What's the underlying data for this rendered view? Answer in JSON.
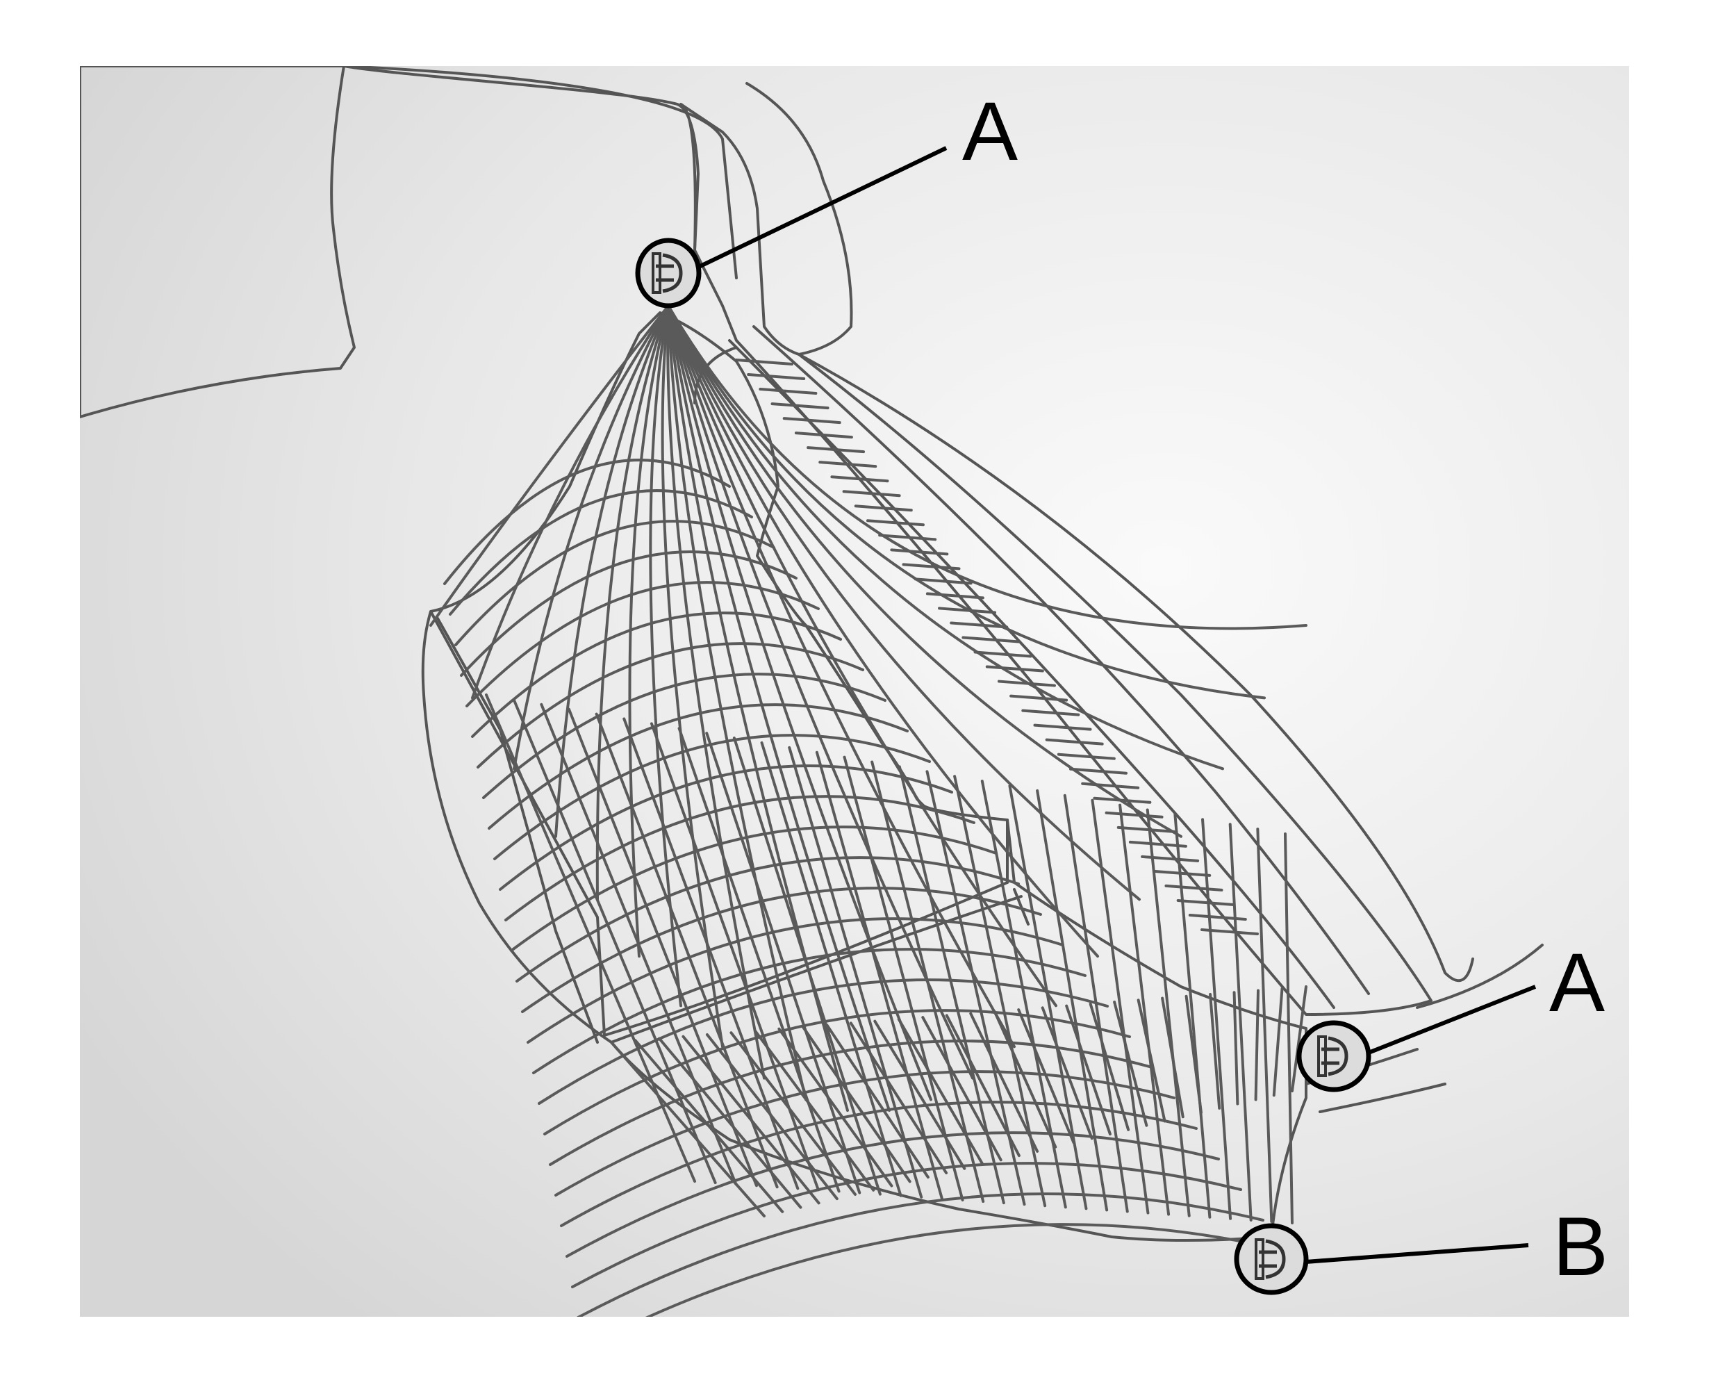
{
  "figure": {
    "description_labels": [
      {
        "id": "anchor-top",
        "text": "A"
      },
      {
        "id": "anchor-right-upper",
        "text": "A"
      },
      {
        "id": "anchor-right-lower",
        "text": "B"
      }
    ]
  },
  "colors": {
    "background": "#ffffff",
    "panel": "#e6e6e6",
    "line": "#555555",
    "label": "#000000"
  }
}
